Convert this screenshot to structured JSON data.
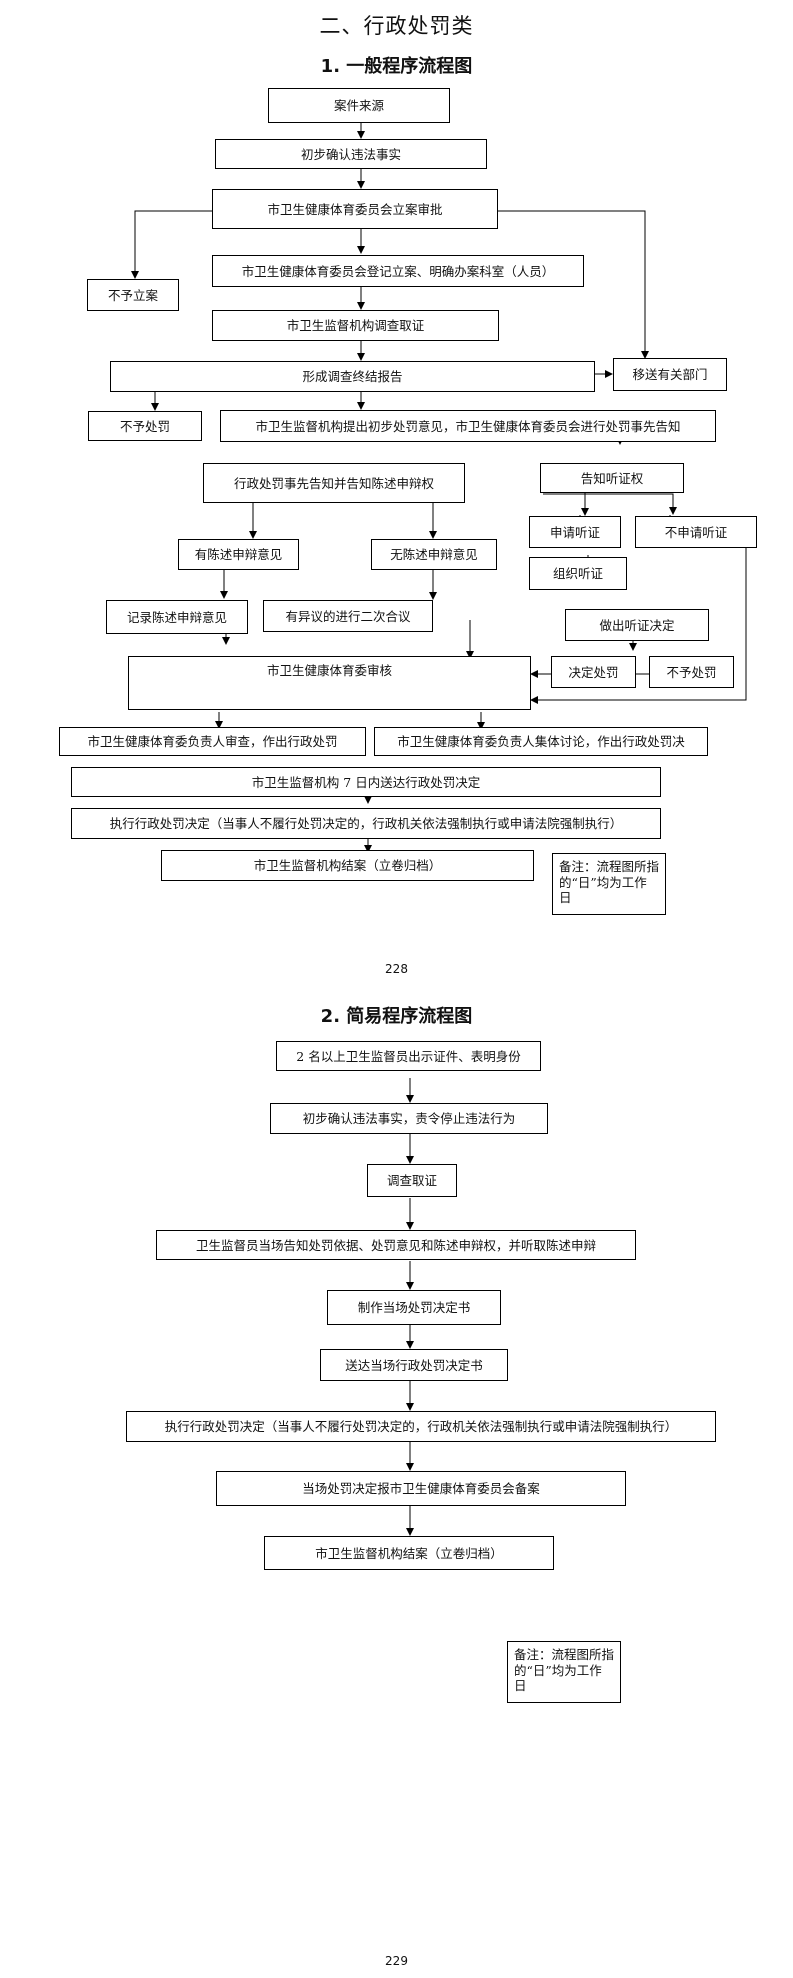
{
  "doc_title": "二、行政处罚类",
  "page_numbers": [
    "228",
    "229"
  ],
  "general": {
    "title": "1. 一般程序流程图",
    "case_source": "案件来源",
    "prelim_confirm": "初步确认违法事实",
    "committee_approval": "市卫生健康体育委员会立案审批",
    "no_filing": "不予立案",
    "register_case": "市卫生健康体育委员会登记立案、明确办案科室（人员）",
    "investigate": "市卫生监督机构调查取证",
    "final_report": "形成调查终结报告",
    "transfer": "移送有关部门",
    "no_penalty": "不予处罚",
    "prelim_opinion": "市卫生监督机构提出初步处罚意见，市卫生健康体育委员会进行处罚事先告知",
    "prior_notice": "行政处罚事先告知并告知陈述申辩权",
    "hearing_notice": "告知听证权",
    "has_statement": "有陈述申辩意见",
    "no_statement": "无陈述申辩意见",
    "apply_hearing": "申请听证",
    "no_apply_hearing": "不申请听证",
    "organize_hearing": "组织听证",
    "record_statement": "记录陈述申辩意见",
    "second_review": "有异议的进行二次合议",
    "hearing_decision": "做出听证决定",
    "decide_penalty": "决定处罚",
    "decide_no_penalty": "不予处罚",
    "committee_review": "市卫生健康体育委审核",
    "head_review": "市卫生健康体育委负责人审查，作出行政处罚",
    "collective_review": "市卫生健康体育委负责人集体讨论，作出行政处罚决",
    "deliver_7days": "市卫生监督机构 7 日内送达行政处罚决定",
    "execute": "执行行政处罚决定（当事人不履行处罚决定的，行政机关依法强制执行或申请法院强制执行）",
    "close_case": "市卫生监督机构结案（立卷归档）",
    "note": "备注：流程图所指的“日”均为工作日"
  },
  "simple": {
    "title": "2. 简易程序流程图",
    "step1": "2 名以上卫生监督员出示证件、表明身份",
    "step2": "初步确认违法事实，责令停止违法行为",
    "step3": "调查取证",
    "step4": "卫生监督员当场告知处罚依据、处罚意见和陈述申辩权，并听取陈述申辩",
    "step5": "制作当场处罚决定书",
    "step6": "送达当场行政处罚决定书",
    "step7": "执行行政处罚决定（当事人不履行处罚决定的，行政机关依法强制执行或申请法院强制执行）",
    "step8": "当场处罚决定报市卫生健康体育委员会备案",
    "step9": "市卫生监督机构结案（立卷归档）",
    "note": "备注：流程图所指的“日”均为工作日"
  }
}
